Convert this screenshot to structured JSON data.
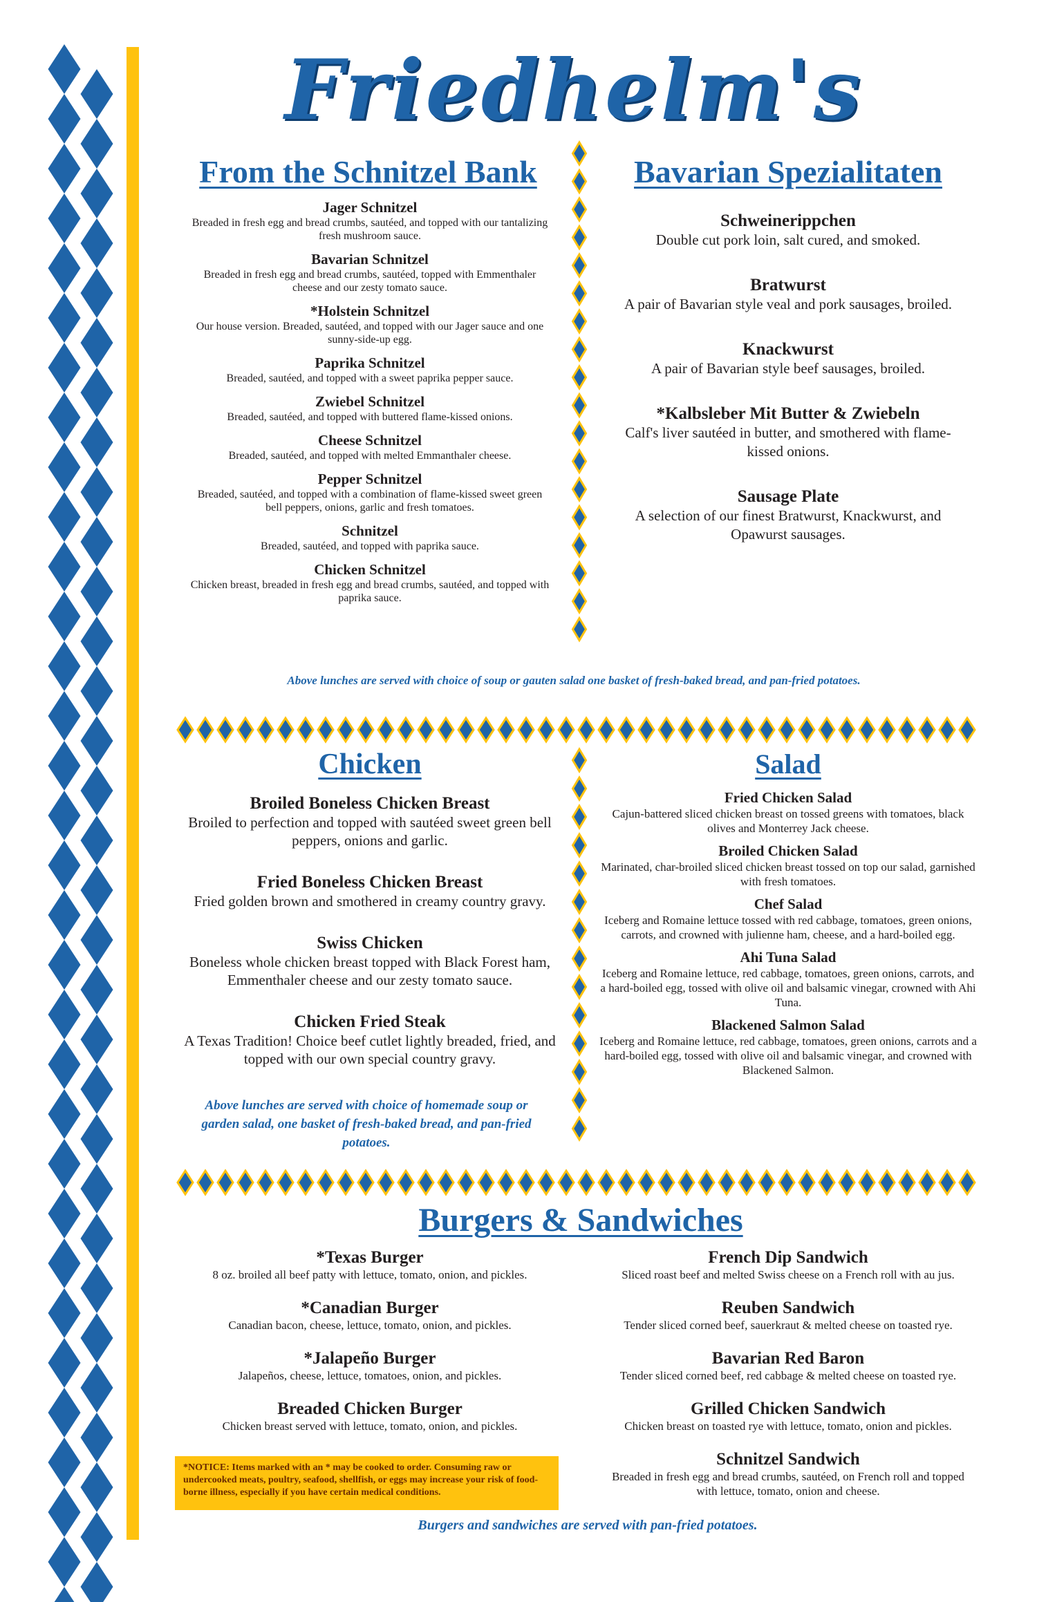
{
  "brand": {
    "logo_text": "Friedhelm's"
  },
  "colors": {
    "blue": "#1f64a8",
    "gold": "#ffc20e",
    "text": "#231f20"
  },
  "schnitzel": {
    "title": "From the Schnitzel Bank",
    "items": [
      {
        "name": "Jager Schnitzel",
        "desc": "Breaded in fresh egg and bread crumbs, sautéed, and topped with our tantalizing fresh mushroom sauce."
      },
      {
        "name": "Bavarian Schnitzel",
        "desc": "Breaded in fresh egg and bread crumbs, sautéed, topped with Emmenthaler cheese and our zesty tomato sauce."
      },
      {
        "name": "*Holstein Schnitzel",
        "desc": "Our house version. Breaded, sautéed, and topped with our Jager sauce and one sunny-side-up egg."
      },
      {
        "name": "Paprika Schnitzel",
        "desc": "Breaded, sautéed, and topped with a sweet paprika pepper sauce."
      },
      {
        "name": "Zwiebel Schnitzel",
        "desc": "Breaded, sautéed, and topped with buttered flame-kissed onions."
      },
      {
        "name": "Cheese Schnitzel",
        "desc": "Breaded, sautéed, and topped with melted Emmanthaler cheese."
      },
      {
        "name": "Pepper Schnitzel",
        "desc": "Breaded, sautéed, and topped with a combination of flame-kissed sweet green bell peppers, onions, garlic and fresh tomatoes."
      },
      {
        "name": "Schnitzel",
        "desc": "Breaded, sautéed, and topped with paprika sauce."
      },
      {
        "name": "Chicken Schnitzel",
        "desc": "Chicken breast, breaded in fresh egg and bread crumbs, sautéed, and topped with paprika sauce."
      }
    ],
    "note": "Above lunches are served with choice of soup or gauten salad one basket of fresh-baked bread, and pan-fried potatoes."
  },
  "bavarian": {
    "title": "Bavarian Spezialitaten",
    "items": [
      {
        "name": "Schweinerippchen",
        "desc": "Double cut pork loin, salt cured, and smoked."
      },
      {
        "name": "Bratwurst",
        "desc": "A pair of Bavarian style veal and pork sausages, broiled."
      },
      {
        "name": "Knackwurst",
        "desc": "A pair of Bavarian style beef sausages, broiled."
      },
      {
        "name": "*Kalbsleber Mit Butter & Zwiebeln",
        "desc": "Calf's liver sautéed in butter, and smothered with flame-kissed onions."
      },
      {
        "name": "Sausage Plate",
        "desc": "A selection of our finest Bratwurst, Knackwurst, and Opawurst sausages."
      }
    ]
  },
  "chicken": {
    "title": "Chicken",
    "items": [
      {
        "name": "Broiled Boneless Chicken Breast",
        "desc": "Broiled to perfection and topped with sautéed sweet green bell peppers, onions and garlic."
      },
      {
        "name": "Fried Boneless Chicken Breast",
        "desc": "Fried golden brown and smothered in creamy country gravy."
      },
      {
        "name": "Swiss Chicken",
        "desc": "Boneless whole chicken breast topped with Black Forest ham, Emmenthaler cheese and our zesty tomato sauce."
      },
      {
        "name": "Chicken Fried Steak",
        "desc": "A Texas Tradition! Choice beef cutlet lightly breaded, fried, and topped with our own special country gravy."
      }
    ],
    "note": "Above lunches are served with choice of homemade soup or garden salad, one basket of fresh-baked bread, and pan-fried potatoes."
  },
  "salad": {
    "title": "Salad",
    "items": [
      {
        "name": "Fried Chicken Salad",
        "desc": "Cajun-battered sliced chicken breast on tossed greens with tomatoes, black olives and Monterrey Jack cheese."
      },
      {
        "name": "Broiled Chicken Salad",
        "desc": "Marinated, char-broiled sliced chicken breast tossed on top our salad, garnished with fresh tomatoes."
      },
      {
        "name": "Chef Salad",
        "desc": "Iceberg and Romaine lettuce tossed with red cabbage, tomatoes, green onions, carrots, and crowned with julienne ham, cheese, and a hard-boiled egg."
      },
      {
        "name": "Ahi Tuna Salad",
        "desc": "Iceberg and Romaine lettuce, red cabbage, tomatoes, green onions, carrots, and a hard-boiled egg, tossed with olive oil and balsamic vinegar, crowned with Ahi Tuna."
      },
      {
        "name": "Blackened Salmon Salad",
        "desc": "Iceberg and Romaine lettuce, red cabbage, tomatoes, green onions, carrots and a hard-boiled egg, tossed with olive oil and balsamic vinegar, and crowned with Blackened Salmon."
      }
    ]
  },
  "burgers": {
    "title": "Burgers & Sandwiches",
    "left": [
      {
        "name": "*Texas Burger",
        "desc": "8 oz. broiled all beef patty with lettuce, tomato, onion, and pickles."
      },
      {
        "name": "*Canadian Burger",
        "desc": "Canadian bacon, cheese, lettuce, tomato, onion, and pickles."
      },
      {
        "name": "*Jalapeño Burger",
        "desc": "Jalapeños, cheese, lettuce, tomatoes, onion, and pickles."
      },
      {
        "name": "Breaded Chicken Burger",
        "desc": "Chicken breast served with lettuce, tomato, onion, and pickles."
      }
    ],
    "right": [
      {
        "name": "French Dip Sandwich",
        "desc": "Sliced roast beef and melted Swiss cheese on a French roll with au jus."
      },
      {
        "name": "Reuben Sandwich",
        "desc": "Tender sliced corned beef, sauerkraut & melted cheese on toasted rye."
      },
      {
        "name": "Bavarian Red Baron",
        "desc": "Tender sliced corned beef, red cabbage & melted cheese on toasted rye."
      },
      {
        "name": "Grilled Chicken Sandwich",
        "desc": "Chicken breast on toasted rye with lettuce, tomato, onion and pickles."
      },
      {
        "name": "Schnitzel Sandwich",
        "desc": "Breaded in fresh egg and bread crumbs, sautéed, on French roll and topped with lettuce, tomato, onion and cheese."
      }
    ],
    "notice": "*NOTICE: Items marked with an * may be cooked to order. Consuming raw or undercooked meats, poultry, seafood, shellfish, or eggs may increase your risk of food-borne illness, especially if you have certain medical conditions.",
    "note": "Burgers and sandwiches are served with pan-fried potatoes."
  }
}
